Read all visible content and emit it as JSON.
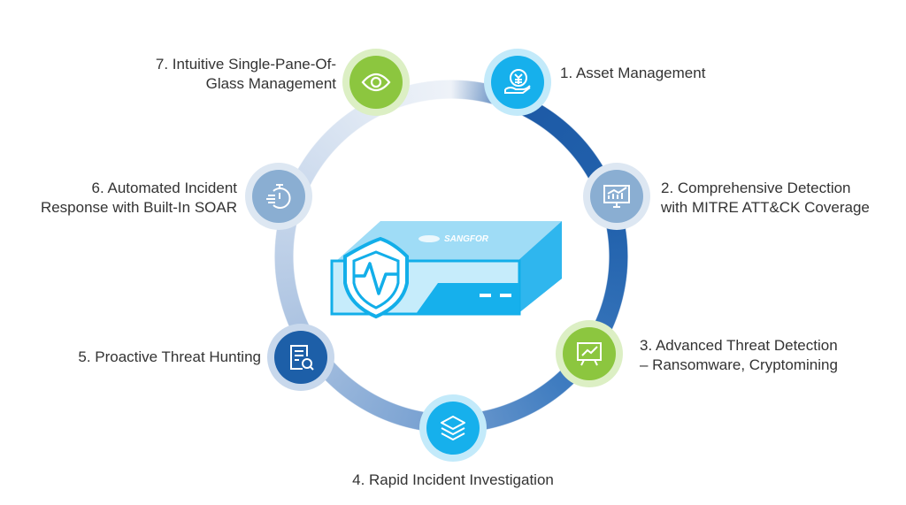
{
  "colors": {
    "cyan": "#16b0ec",
    "steel": "#8aaed2",
    "green": "#8cc63f",
    "navy": "#1d5fa8"
  },
  "device": {
    "brand": "SANGFOR"
  },
  "steps": [
    {
      "lines": [
        "1. Asset Management"
      ],
      "icon": "hand-yen-icon"
    },
    {
      "lines": [
        "2. Comprehensive Detection",
        "with MITRE ATT&CK Coverage"
      ],
      "icon": "monitor-chart-icon"
    },
    {
      "lines": [
        "3. Advanced Threat Detection",
        "– Ransomware, Cryptomining"
      ],
      "icon": "presentation-chart-icon"
    },
    {
      "lines": [
        "4. Rapid Incident Investigation"
      ],
      "icon": "layers-icon"
    },
    {
      "lines": [
        "5. Proactive Threat Hunting"
      ],
      "icon": "document-search-icon"
    },
    {
      "lines": [
        "6. Automated Incident",
        "Response with Built-In SOAR"
      ],
      "icon": "stopwatch-icon"
    },
    {
      "lines": [
        "7. Intuitive Single-Pane-Of-",
        "Glass Management"
      ],
      "icon": "eye-icon"
    }
  ]
}
